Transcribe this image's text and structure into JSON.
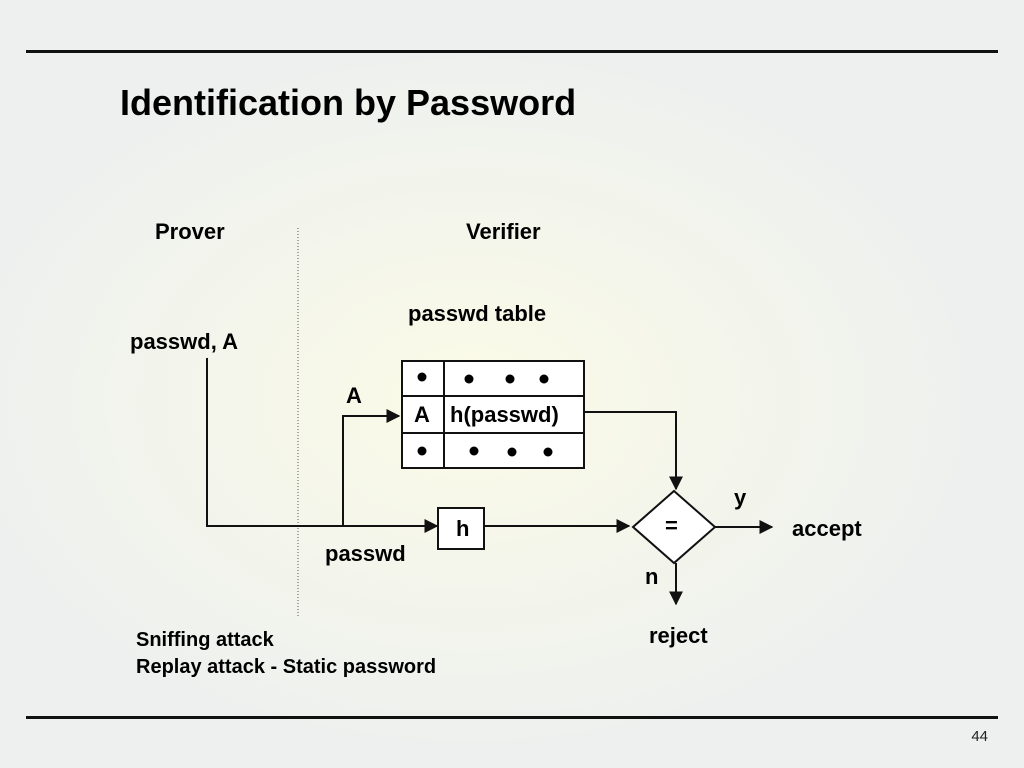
{
  "slide": {
    "title": "Identification by Password",
    "page_number": "44"
  },
  "diagram": {
    "prover_label": "Prover",
    "verifier_label": "Verifier",
    "table_label": "passwd table",
    "prover_input": "passwd, A",
    "arrow_a_label": "A",
    "table_key": "A",
    "table_value": "h(passwd)",
    "hash_box": "h",
    "compare_symbol": "=",
    "yes_label": "y",
    "no_label": "n",
    "accept_label": "accept",
    "reject_label": "reject",
    "passwd_label": "passwd"
  },
  "notes": {
    "line1": "Sniffing attack",
    "line2": "Replay attack - Static password"
  }
}
